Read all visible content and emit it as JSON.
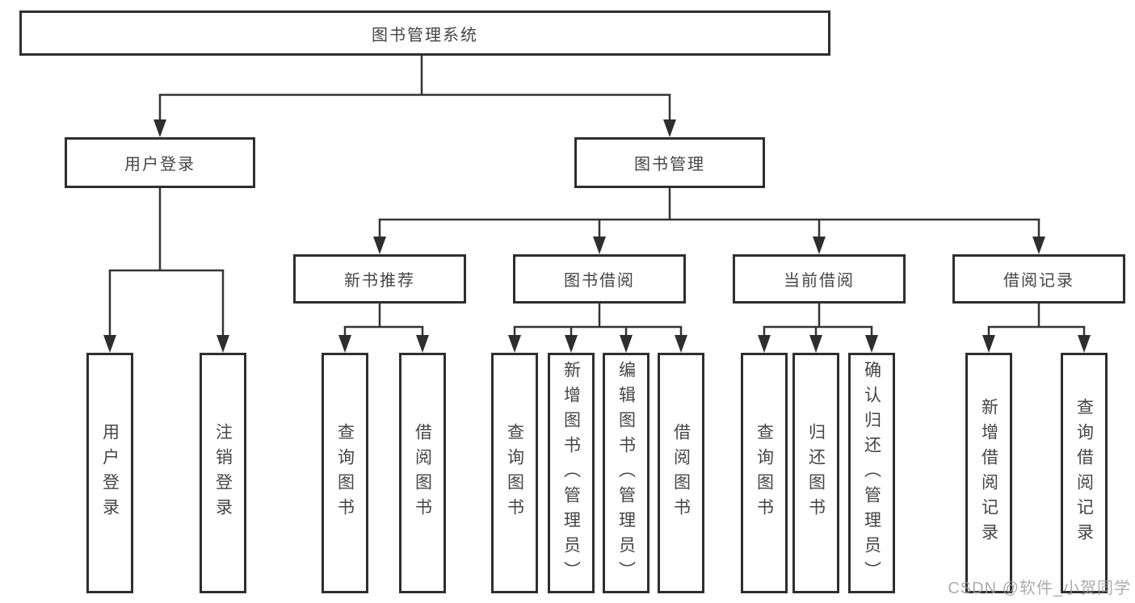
{
  "diagram": {
    "title": "图书管理系统",
    "type": "functional-structure-tree"
  },
  "colors": {
    "line": "#343434",
    "border": "#2e2e2e",
    "text": "#454545",
    "background": "#ffffff",
    "watermark": "#9e9e9e"
  },
  "tree": {
    "label": "图书管理系统",
    "children": [
      {
        "label": "用户登录",
        "children": [
          {
            "label": "用户登录"
          },
          {
            "label": "注销登录"
          }
        ]
      },
      {
        "label": "图书管理",
        "children": [
          {
            "label": "新书推荐",
            "children": [
              {
                "label": "查询图书"
              },
              {
                "label": "借阅图书"
              }
            ]
          },
          {
            "label": "图书借阅",
            "children": [
              {
                "label": "查询图书"
              },
              {
                "label": "新增图书（管理员）"
              },
              {
                "label": "编辑图书（管理员）"
              },
              {
                "label": "借阅图书"
              }
            ]
          },
          {
            "label": "当前借阅",
            "children": [
              {
                "label": "查询图书"
              },
              {
                "label": "归还图书"
              },
              {
                "label": "确认归还（管理员）"
              }
            ]
          },
          {
            "label": "借阅记录",
            "children": [
              {
                "label": "新增借阅记录"
              },
              {
                "label": "查询借阅记录"
              }
            ]
          }
        ]
      }
    ]
  },
  "watermark": {
    "text": "CSDN @软件_小贺同学"
  }
}
